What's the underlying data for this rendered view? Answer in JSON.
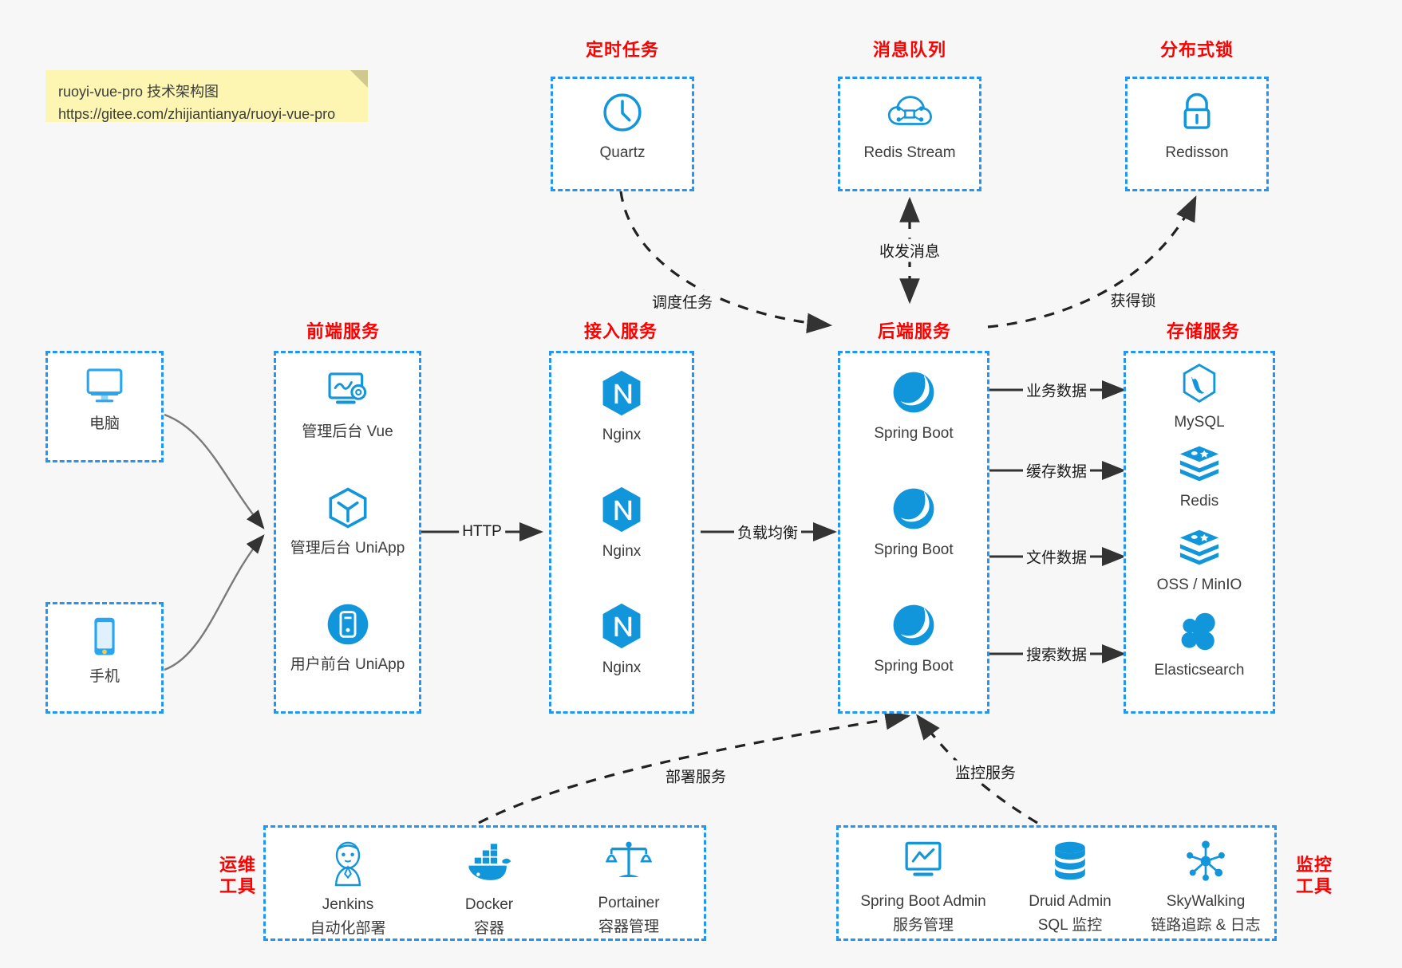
{
  "note": {
    "line1": "ruoyi-vue-pro 技术架构图",
    "line2": "https://gitee.com/zhijiantianya/ruoyi-vue-pro"
  },
  "colors": {
    "group_border": "#2196f3",
    "group_title": "#ff0000",
    "icon_blue": "#1296db",
    "background": "#f7f7f7",
    "edge": "#333333",
    "note_bg": "#fdf6b2"
  },
  "groups": {
    "scheduler": {
      "title": "定时任务",
      "nodes": [
        {
          "label": "Quartz",
          "icon": "clock-icon"
        }
      ]
    },
    "mq": {
      "title": "消息队列",
      "nodes": [
        {
          "label": "Redis Stream",
          "icon": "cloud-stream-icon"
        }
      ]
    },
    "lock": {
      "title": "分布式锁",
      "nodes": [
        {
          "label": "Redisson",
          "icon": "lock-icon"
        }
      ]
    },
    "clients": {
      "nodes": [
        {
          "label": "电脑",
          "icon": "desktop-icon"
        },
        {
          "label": "手机",
          "icon": "mobile-icon"
        }
      ]
    },
    "frontend": {
      "title": "前端服务",
      "nodes": [
        {
          "label": "管理后台 Vue",
          "icon": "monitor-gear-icon"
        },
        {
          "label": "管理后台 UniApp",
          "icon": "cube-icon"
        },
        {
          "label": "用户前台 UniApp",
          "icon": "app-circle-icon"
        }
      ]
    },
    "gateway": {
      "title": "接入服务",
      "nodes": [
        {
          "label": "Nginx",
          "icon": "nginx-icon"
        },
        {
          "label": "Nginx",
          "icon": "nginx-icon"
        },
        {
          "label": "Nginx",
          "icon": "nginx-icon"
        }
      ]
    },
    "backend": {
      "title": "后端服务",
      "nodes": [
        {
          "label": "Spring Boot",
          "icon": "spring-boot-icon"
        },
        {
          "label": "Spring Boot",
          "icon": "spring-boot-icon"
        },
        {
          "label": "Spring Boot",
          "icon": "spring-boot-icon"
        }
      ]
    },
    "storage": {
      "title": "存储服务",
      "nodes": [
        {
          "label": "MySQL",
          "icon": "mysql-icon"
        },
        {
          "label": "Redis",
          "icon": "redis-icon"
        },
        {
          "label": "OSS / MinIO",
          "icon": "redis-icon"
        },
        {
          "label": "Elasticsearch",
          "icon": "elasticsearch-icon"
        }
      ]
    },
    "devops": {
      "title_line1": "运维",
      "title_line2": "工具",
      "nodes": [
        {
          "label": "Jenkins",
          "sub": "自动化部署",
          "icon": "jenkins-icon"
        },
        {
          "label": "Docker",
          "sub": "容器",
          "icon": "docker-icon"
        },
        {
          "label": "Portainer",
          "sub": "容器管理",
          "icon": "scales-icon"
        }
      ]
    },
    "monitor": {
      "title_line1": "监控",
      "title_line2": "工具",
      "nodes": [
        {
          "label": "Spring Boot Admin",
          "sub": "服务管理",
          "icon": "chart-monitor-icon"
        },
        {
          "label": "Druid Admin",
          "sub": "SQL 监控",
          "icon": "database-icon"
        },
        {
          "label": "SkyWalking",
          "sub": "链路追踪 & 日志",
          "icon": "skywalking-icon"
        }
      ]
    }
  },
  "edges": [
    {
      "id": "e-quartz-backend",
      "label": "调度任务",
      "style": "dashed"
    },
    {
      "id": "e-mq-backend",
      "label": "收发消息",
      "style": "dashed",
      "direction": "both"
    },
    {
      "id": "e-backend-lock",
      "label": "获得锁",
      "style": "dashed"
    },
    {
      "id": "e-frontend-gateway",
      "label": "HTTP",
      "style": "solid"
    },
    {
      "id": "e-gateway-backend",
      "label": "负载均衡",
      "style": "solid"
    },
    {
      "id": "e-backend-mysql",
      "label": "业务数据",
      "style": "solid"
    },
    {
      "id": "e-backend-redis",
      "label": "缓存数据",
      "style": "solid"
    },
    {
      "id": "e-backend-oss",
      "label": "文件数据",
      "style": "solid"
    },
    {
      "id": "e-backend-es",
      "label": "搜索数据",
      "style": "solid"
    },
    {
      "id": "e-devops-backend",
      "label": "部署服务",
      "style": "dashed"
    },
    {
      "id": "e-monitor-backend",
      "label": "监控服务",
      "style": "dashed"
    }
  ]
}
